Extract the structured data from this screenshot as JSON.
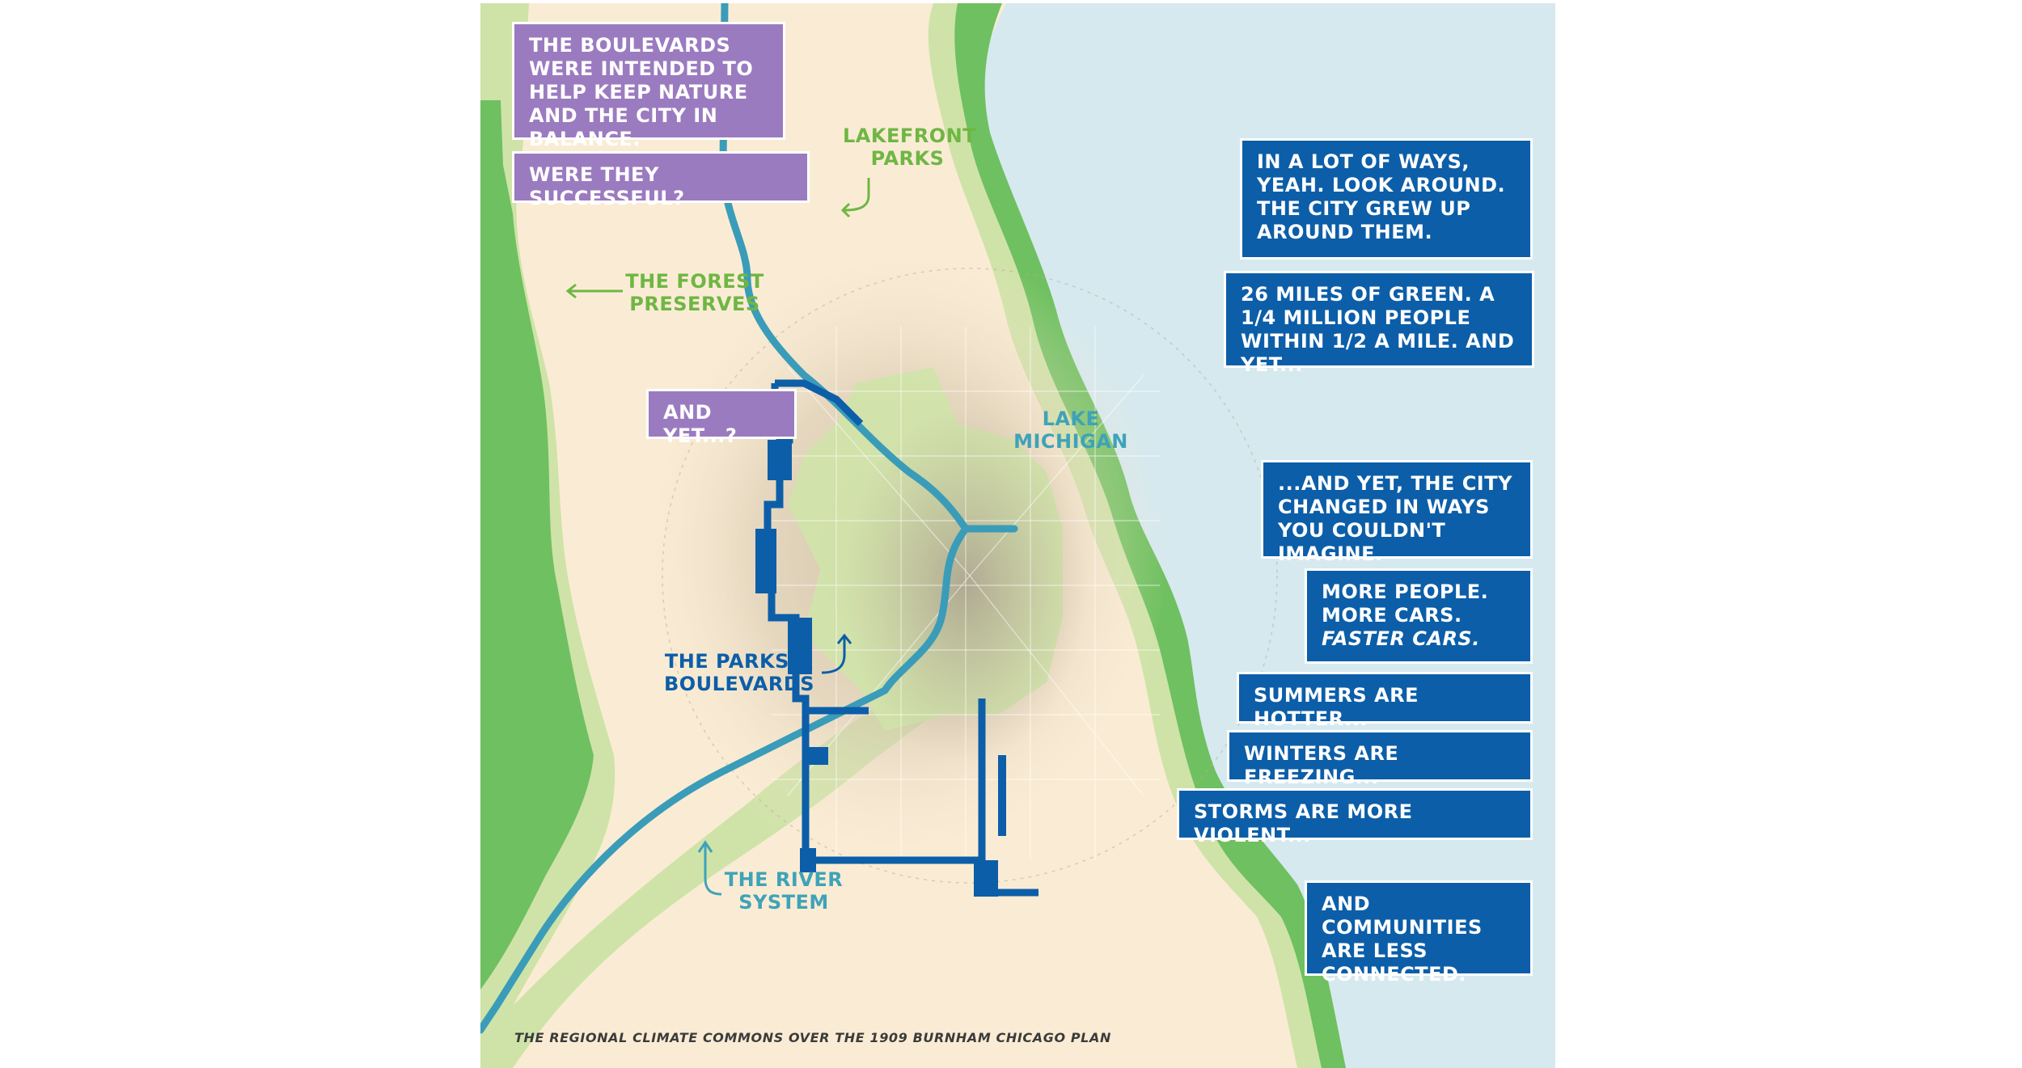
{
  "colors": {
    "land": "#faecd4",
    "lake": "#d6e9ef",
    "green_buffer": "#cfe3a8",
    "green_park": "#6fc060",
    "river": "#47a9c6",
    "boulevards": "#0c5ea8",
    "callout_purple": "#9b7bc0",
    "callout_blue": "#0c5ea8",
    "label_green": "#6fb644",
    "label_teal": "#3ea3b8"
  },
  "callouts": {
    "boulevards_intent": "The boulevards were intended to help keep nature and the city in balance.",
    "were_they_successful": "Were they successful?",
    "and_yet_question": "And yet...?",
    "lot_of_ways": "In a lot of ways, yeah.  Look around. The city grew up around them.",
    "miles_of_green": "26 miles of green. A 1/4 million people within 1/2 a mile. And yet...",
    "city_changed": "...and yet, the city changed in ways you couldn't imagine.",
    "more_people": "More people. More cars.",
    "faster_cars": "Faster cars.",
    "summers": "Summers are hotter...",
    "winters": "Winters are freezing...",
    "storms": "Storms are more violent...",
    "communities": "And communities are less connected."
  },
  "map_labels": {
    "lakefront_parks": "Lakefront\nParks",
    "forest_preserves": "The Forest\nPreserves",
    "lake_michigan": "Lake\nMichigan",
    "parks_boulevards": "The Parks &\nBoulevards",
    "river_system": "The River\nSystem"
  },
  "caption": "The Regional Climate Commons over the 1909 Burnham Chicago Plan"
}
